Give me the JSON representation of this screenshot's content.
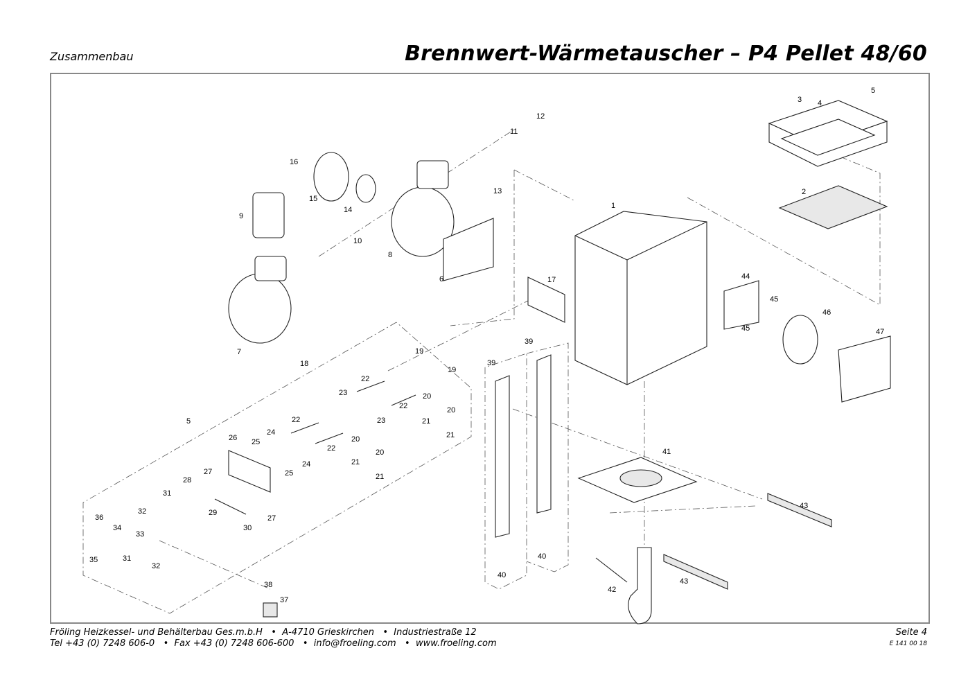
{
  "header": {
    "section": "Zusammenbau",
    "title": "Brennwert-Wärmetauscher – P4 Pellet 48/60"
  },
  "diagram": {
    "part_labels": [
      "12",
      "11",
      "16",
      "15",
      "14",
      "13",
      "9",
      "10",
      "8",
      "6",
      "1",
      "3",
      "4",
      "5",
      "2",
      "17",
      "44",
      "45",
      "45",
      "46",
      "47",
      "7",
      "18",
      "19",
      "19",
      "22",
      "23",
      "20",
      "22",
      "20",
      "21",
      "5",
      "22",
      "23",
      "21",
      "26",
      "24",
      "25",
      "20",
      "22",
      "20",
      "24",
      "25",
      "21",
      "21",
      "27",
      "28",
      "31",
      "29",
      "32",
      "27",
      "30",
      "36",
      "34",
      "33",
      "35",
      "31",
      "32",
      "38",
      "37",
      "39",
      "39",
      "40",
      "40",
      "41",
      "43",
      "43",
      "42"
    ]
  },
  "footer": {
    "line1": "Fröling Heizkessel- und Behälterbau Ges.m.b.H   •  A-4710 Grieskirchen   •  Industriestraße 12",
    "line2": "Tel +43 (0) 7248 606-0   •  Fax +43 (0) 7248 606-600   •  info@froeling.com   •  www.froeling.com",
    "page": "Seite 4",
    "doc_code": "E 141 00 18"
  }
}
